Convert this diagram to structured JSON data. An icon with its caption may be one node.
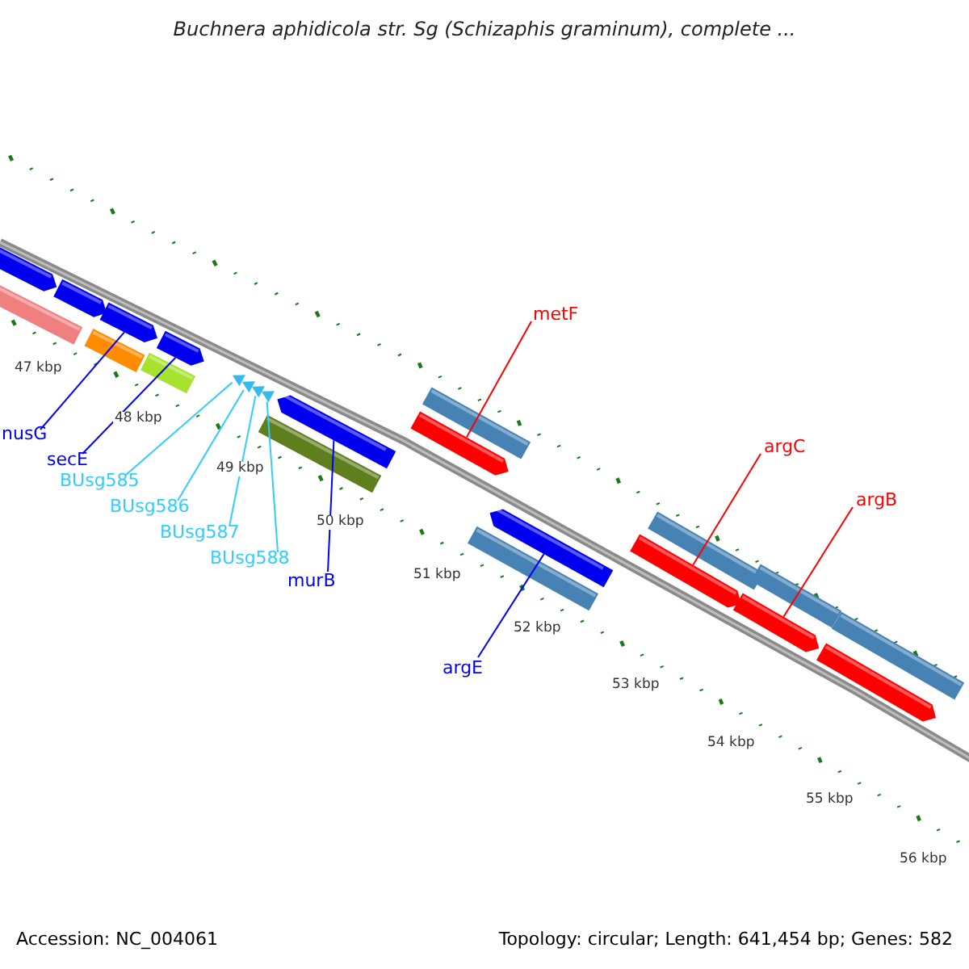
{
  "diagram": {
    "title": "Buchnera aphidicola str. Sg (Schizaphis graminum), complete ...",
    "nodes": [
      {
        "text": [
          "nusG"
        ]
      },
      {
        "text": [
          "secE"
        ]
      },
      {
        "text": [
          "BUsg585"
        ]
      },
      {
        "text": [
          "BUsg586"
        ]
      },
      {
        "text": [
          "BUsg587"
        ]
      },
      {
        "text": [
          "BUsg588"
        ]
      },
      {
        "text": [
          "murB"
        ]
      },
      {
        "text": [
          "metF"
        ]
      },
      {
        "text": [
          "argE"
        ]
      },
      {
        "text": [
          "argC"
        ]
      },
      {
        "text": [
          "argB"
        ]
      },
      {
        "text": [],
        "shape": "arrow"
      },
      {
        "text": [],
        "shape": "arrow"
      },
      {
        "text": [],
        "shape": "triangle"
      },
      {
        "text": [],
        "shape": "triangle"
      },
      {
        "text": [],
        "shape": "triangle"
      },
      {
        "text": [],
        "shape": "triangle"
      },
      {
        "text": [],
        "shape": "arrow"
      },
      {
        "text": [],
        "shape": "arrow"
      },
      {
        "text": [],
        "shape": "arrow"
      },
      {
        "text": [],
        "shape": "arrow"
      },
      {
        "text": [],
        "shape": "arrow"
      },
      {
        "text": [],
        "shape": "arrow"
      },
      {
        "text": [],
        "shape": "arrow"
      },
      {
        "text": [],
        "shape": "bar"
      },
      {
        "text": [],
        "shape": "bar"
      },
      {
        "text": [],
        "shape": "bar"
      },
      {
        "text": [],
        "shape": "bar"
      },
      {
        "text": [],
        "shape": "bar"
      },
      {
        "text": [],
        "shape": "bar"
      },
      {
        "text": [],
        "shape": "bar"
      },
      {
        "text": [],
        "shape": "bar"
      },
      {
        "text": [],
        "shape": "bar"
      },
      {
        "text": [],
        "shape": "arrow"
      }
    ],
    "edges": [
      {
        "from": 0,
        "to": 11,
        "arrow": "none",
        "color": "#0000ff"
      },
      {
        "from": 1,
        "to": 12,
        "arrow": "none",
        "color": "#0000ff"
      },
      {
        "from": 2,
        "to": 13,
        "arrow": "none",
        "color": "#33ccff"
      },
      {
        "from": 3,
        "to": 14,
        "arrow": "none",
        "color": "#33ccff"
      },
      {
        "from": 4,
        "to": 15,
        "arrow": "none",
        "color": "#33ccff"
      },
      {
        "from": 5,
        "to": 16,
        "arrow": "none",
        "color": "#33ccff"
      },
      {
        "from": 6,
        "to": 17,
        "arrow": "none",
        "color": "#0000ff"
      },
      {
        "from": 7,
        "to": 18,
        "arrow": "none",
        "color": "#ff0000"
      },
      {
        "from": 8,
        "to": 19,
        "arrow": "none",
        "color": "#0000ff"
      },
      {
        "from": 9,
        "to": 20,
        "arrow": "none",
        "color": "#ff0000"
      },
      {
        "from": 10,
        "to": 21,
        "arrow": "none",
        "color": "#ff0000"
      }
    ],
    "labels": [
      "47 kbp",
      "48 kbp",
      "49 kbp",
      "50 kbp",
      "51 kbp",
      "52 kbp",
      "53 kbp",
      "54 kbp",
      "55 kbp",
      "56 kbp",
      "Accession: NC_004061",
      "Topology: circular; Length: 641,454 bp; Genes: 582"
    ]
  }
}
